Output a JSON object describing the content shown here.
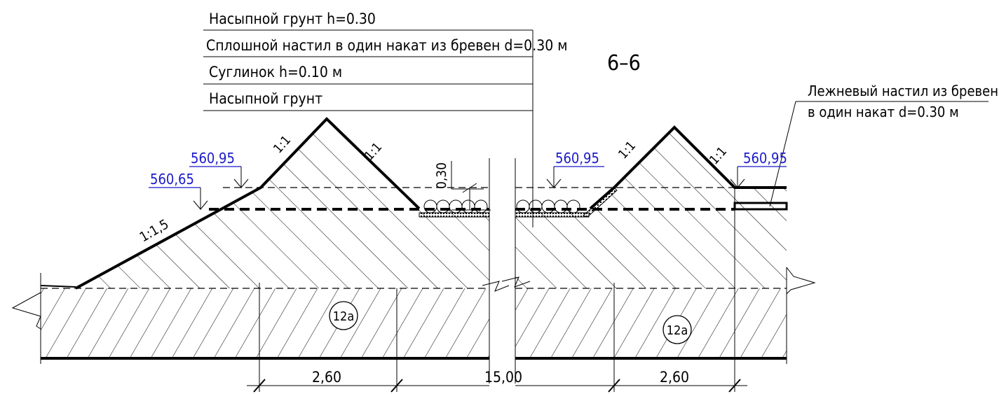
{
  "section_title": "6–6",
  "layers_legend": [
    "Насыпной грунт h=0.30",
    "Сплошной настил в один накат из бревен d=0.30 м",
    "Суглинок h=0.10 м",
    "Насыпной грунт"
  ],
  "callout": {
    "line1": "Лежневый настил из бревен",
    "line2": "в один накат d=0.30 м"
  },
  "elevations": {
    "left_upper": "560,95",
    "left_lower": "560,65",
    "middle": "560,95",
    "right": "560,95"
  },
  "slopes": {
    "left_outer": "1:1,5",
    "left_mound_left": "1:1",
    "left_mound_right": "1:1",
    "right_mound_left": "1:1",
    "right_mound_right": "1:1"
  },
  "thickness_label": "0,30",
  "soil_markers": [
    "12а",
    "12а"
  ],
  "dimensions": {
    "left": "2,60",
    "middle": "15,00",
    "right": "2,60"
  },
  "colors": {
    "elevation_text": "#1a1acc",
    "lines": "#000000"
  }
}
